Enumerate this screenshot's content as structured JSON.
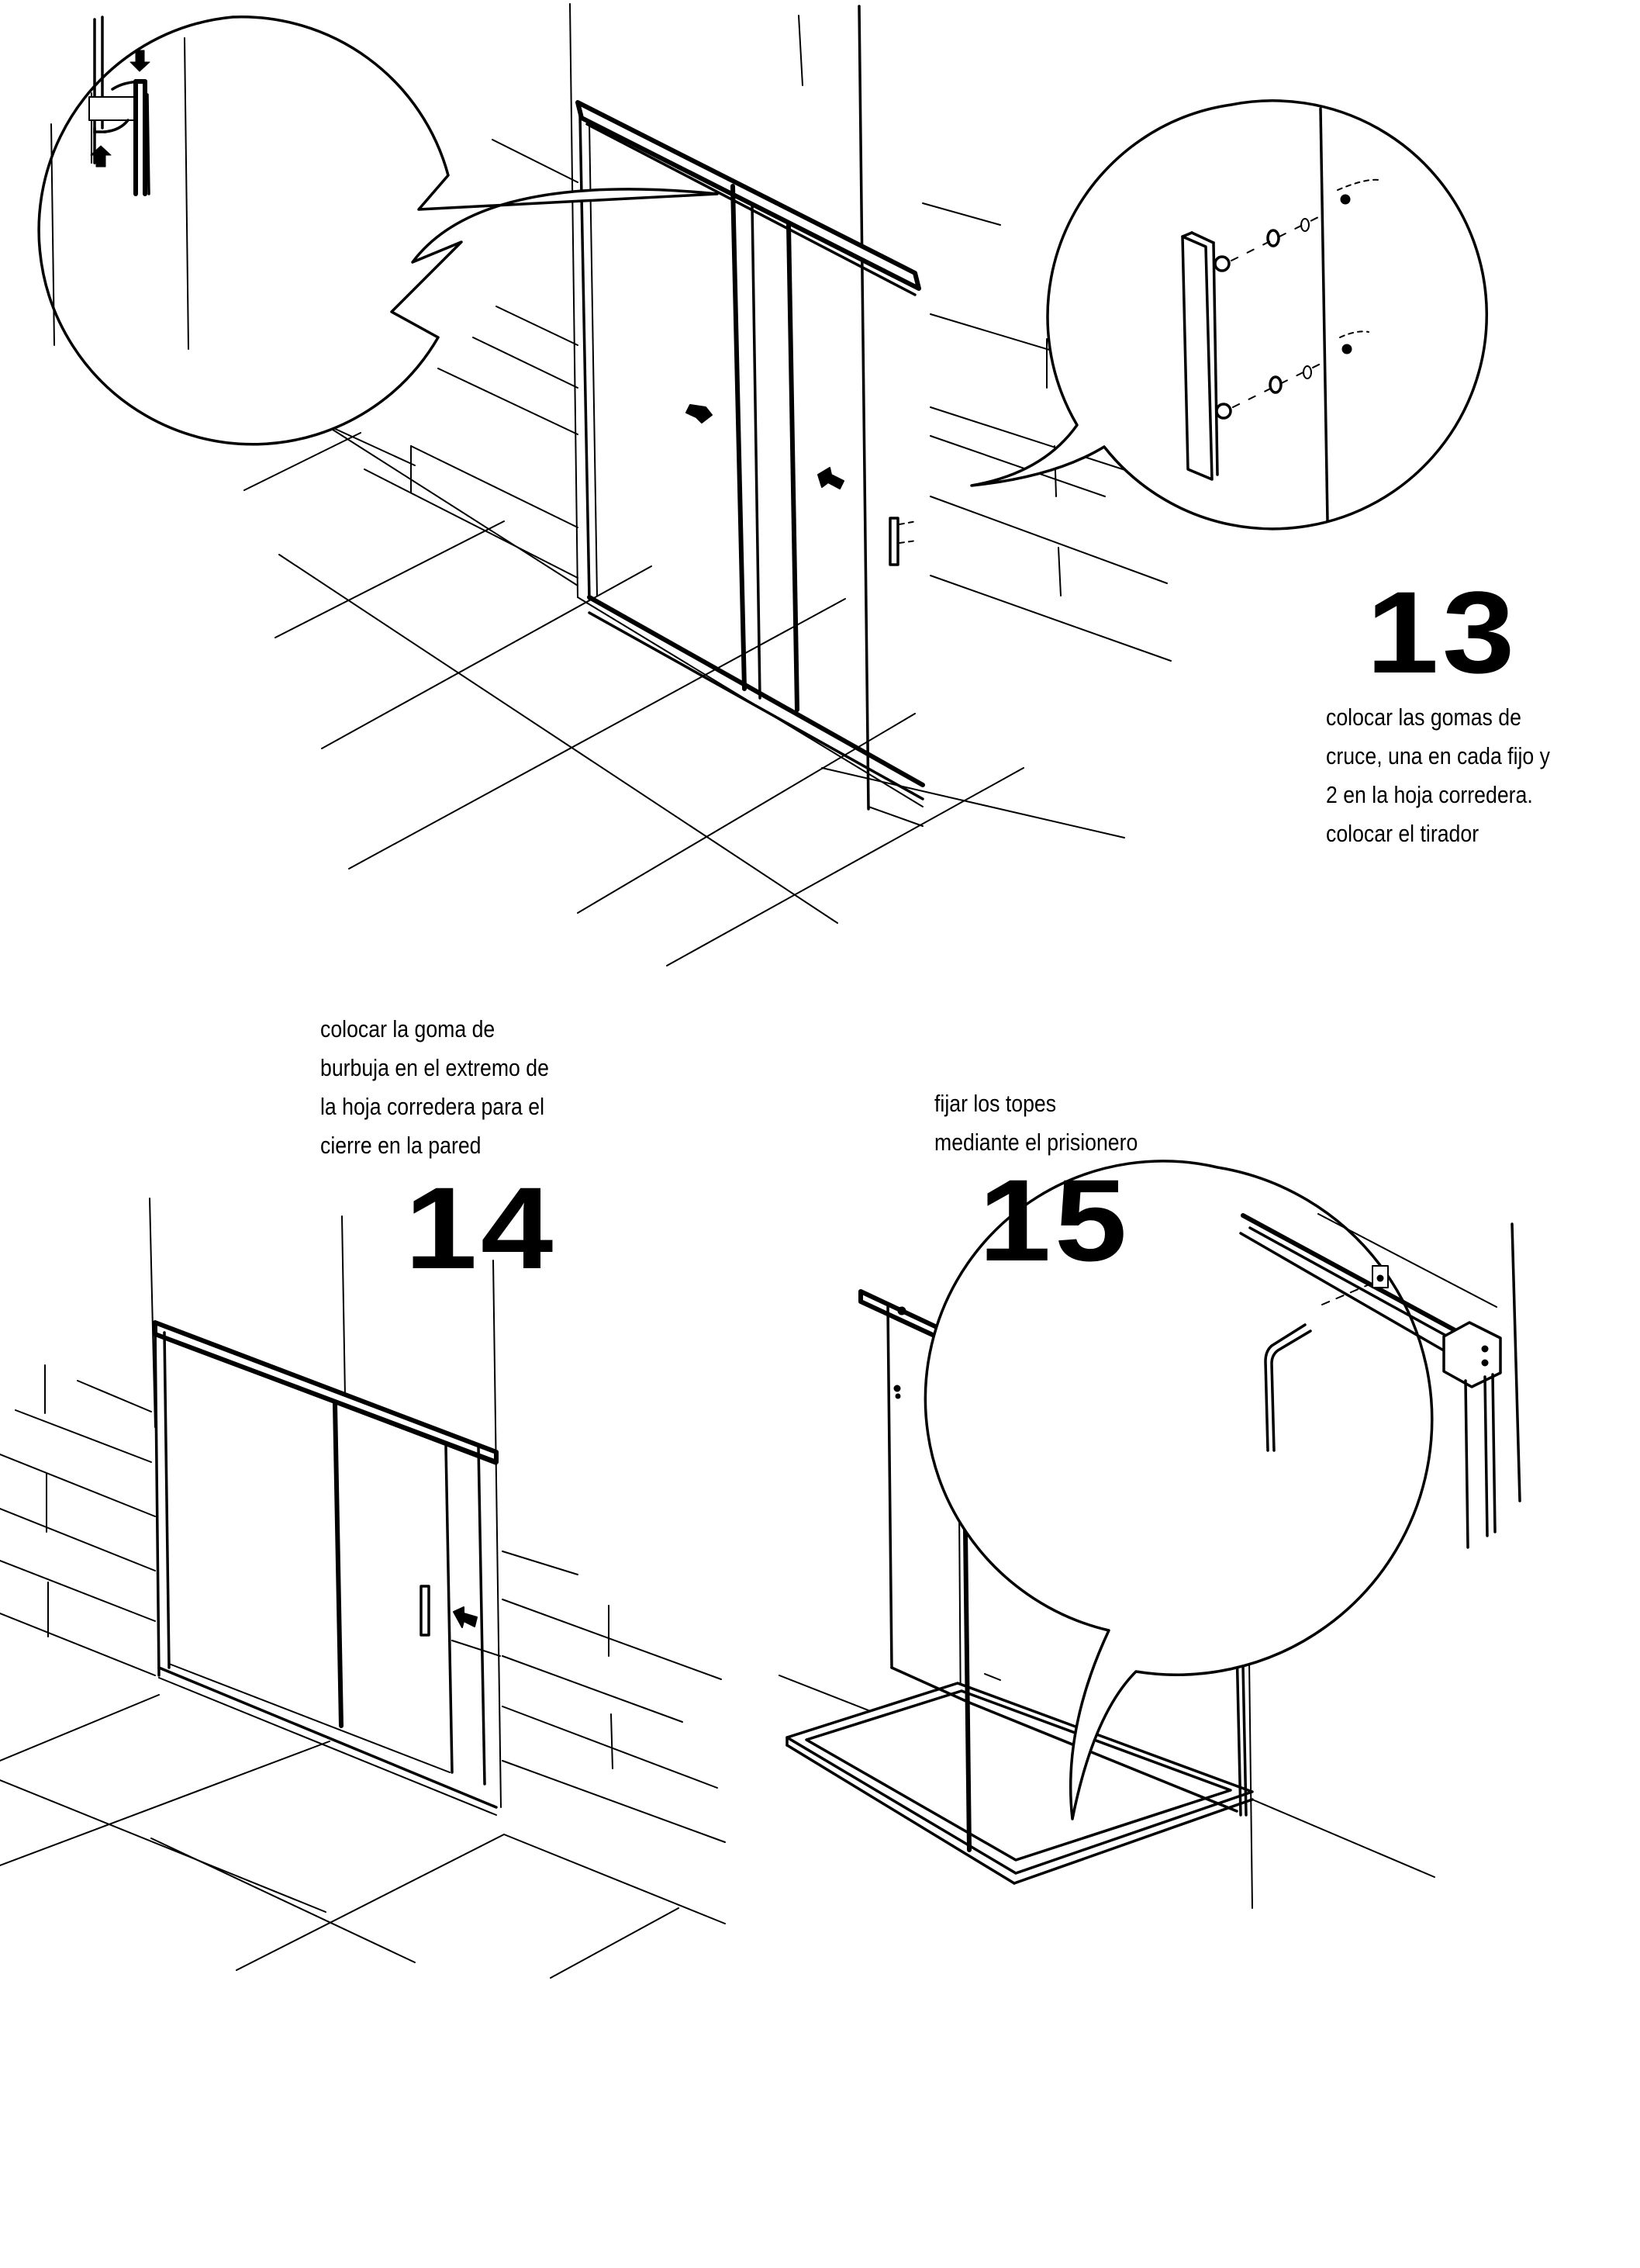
{
  "document": {
    "type": "assembly-instructions",
    "colors": {
      "ink": "#000000",
      "paper": "#ffffff"
    }
  },
  "steps": [
    {
      "number": "13",
      "caption_lines": [
        "colocar las gomas de",
        "cruce, una en cada fijo y",
        "2 en la hoja corredera.",
        "colocar el tirador"
      ],
      "details": [
        "crossing-seal-detail",
        "handle-detail"
      ]
    },
    {
      "number": "14",
      "caption_lines": [
        "colocar la goma de",
        "burbuja en el extremo de",
        "la hoja corredera para el",
        "cierre en la pared"
      ],
      "details": []
    },
    {
      "number": "15",
      "caption_lines": [
        "fijar los topes",
        "mediante el prisionero"
      ],
      "details": [
        "stopper-grub-screw-detail"
      ]
    }
  ]
}
